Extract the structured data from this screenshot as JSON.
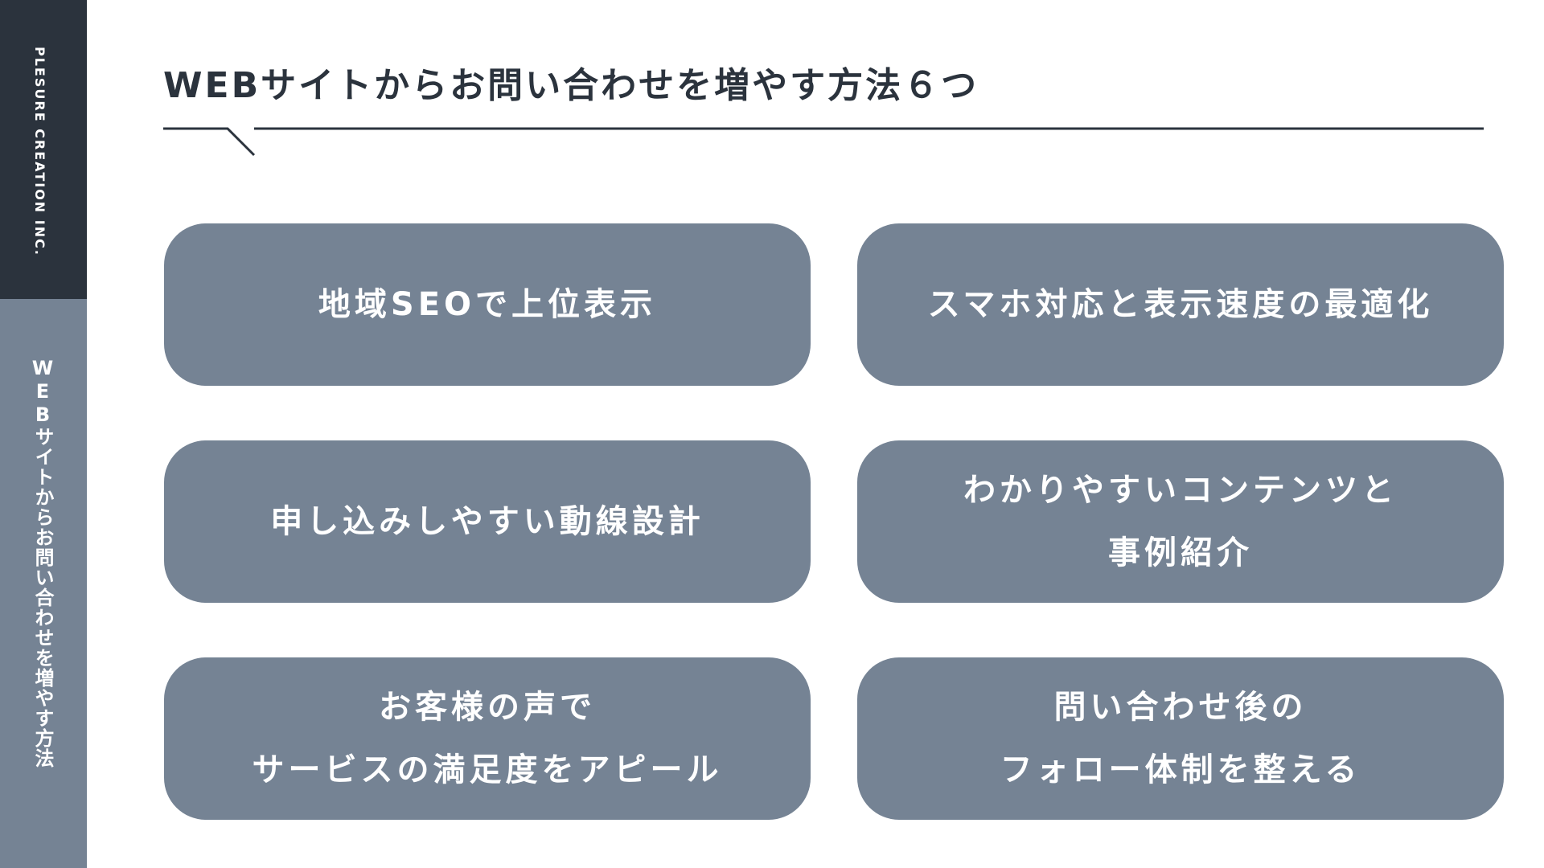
{
  "sidebar": {
    "company": "PLESURE CREATION INC.",
    "subtitle": "WEBサイトからお問い合わせを増やす方法"
  },
  "header": {
    "title": "WEBサイトからお問い合わせを増やす方法６つ"
  },
  "cards": [
    {
      "lines": [
        "地域SEOで上位表示"
      ]
    },
    {
      "lines": [
        "スマホ対応と表示速度の最適化"
      ]
    },
    {
      "lines": [
        "申し込みしやすい動線設計"
      ]
    },
    {
      "lines": [
        "わかりやすいコンテンツと",
        "事例紹介"
      ]
    },
    {
      "lines": [
        "お客様の声で",
        "サービスの満足度をアピール"
      ]
    },
    {
      "lines": [
        "問い合わせ後の",
        "フォロー体制を整える"
      ]
    }
  ],
  "colors": {
    "dark": "#2b333d",
    "slate": "#758394"
  }
}
